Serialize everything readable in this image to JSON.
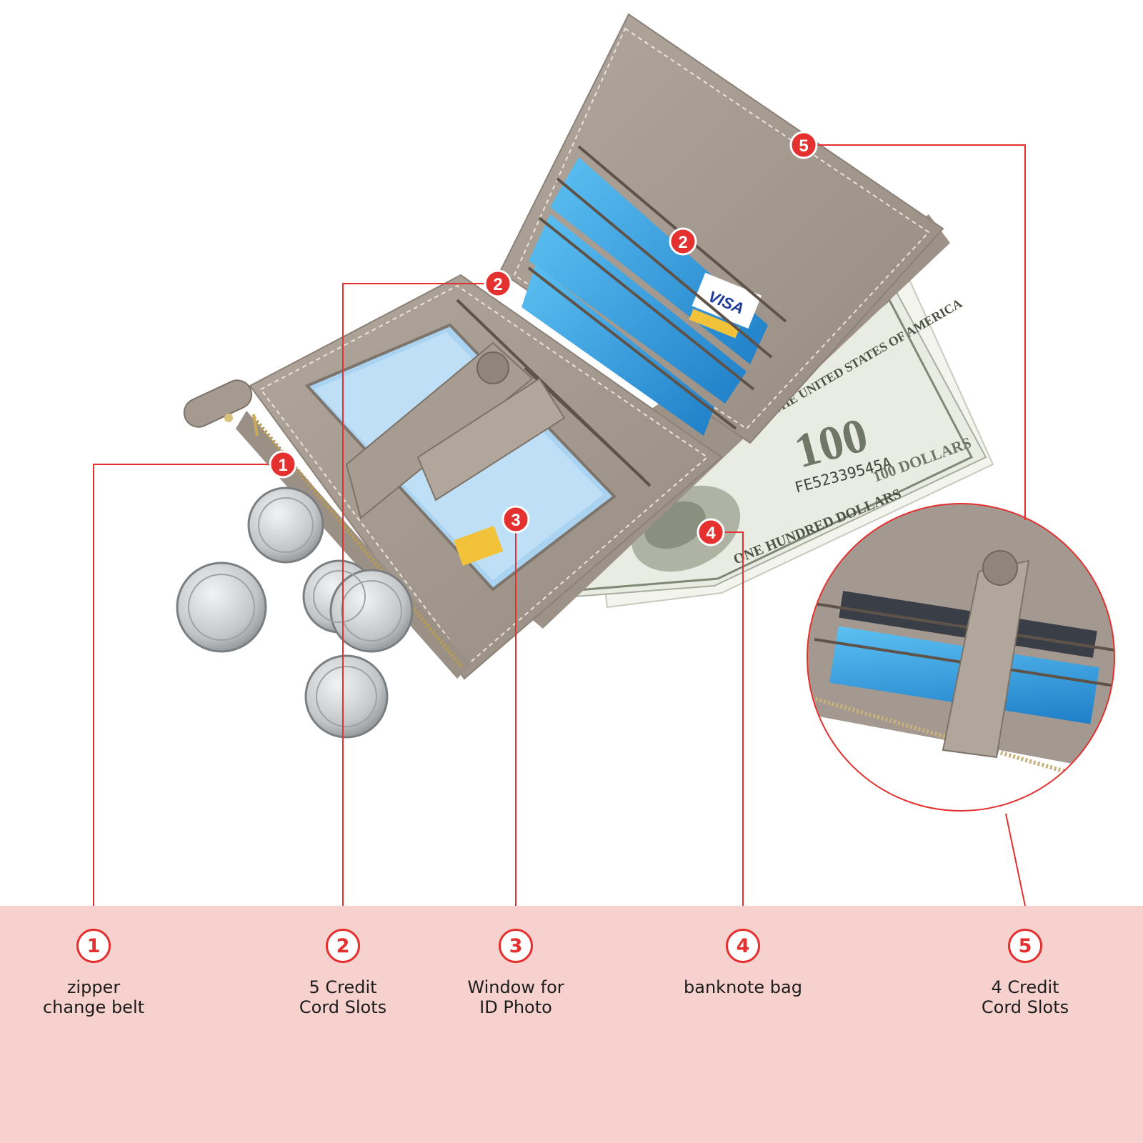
{
  "colors": {
    "accent_red": "#e53030",
    "leather": "#a59b91",
    "band_pink": "#f7d1cd",
    "card_blue": "#3a9fe0",
    "banknote": "#e9ece2",
    "coin": "#c3c6c8"
  },
  "product_elements": [
    "zipper-pull",
    "coin-pouch",
    "coins",
    "banknote",
    "id-window",
    "snap-strap",
    "card-slots",
    "zoom-inset"
  ],
  "photo_text": {
    "visa_logo": "VISA",
    "serial": "FE52339545A",
    "denomination": "100",
    "dollars_text": "100 DOLLARS",
    "country_text": "THE UNITED STATES OF AMERICA",
    "hundred_text": "ONE HUNDRED DOLLARS"
  },
  "callouts": [
    {
      "number": "1",
      "label": "zipper\nchange belt"
    },
    {
      "number": "2",
      "label": "5 Credit\nCord Slots"
    },
    {
      "number": "2",
      "label": "5 Credit\nCord Slots"
    },
    {
      "number": "3",
      "label": "Window for\nID Photo"
    },
    {
      "number": "4",
      "label": "banknote bag"
    },
    {
      "number": "5",
      "label": "4 Credit\nCord Slots"
    }
  ],
  "legend": [
    {
      "number": "1",
      "label": "zipper\nchange belt"
    },
    {
      "number": "2",
      "label": "5 Credit\nCord Slots"
    },
    {
      "number": "3",
      "label": "Window for\nID Photo"
    },
    {
      "number": "4",
      "label": "banknote bag"
    },
    {
      "number": "5",
      "label": "4 Credit\nCord Slots"
    }
  ]
}
